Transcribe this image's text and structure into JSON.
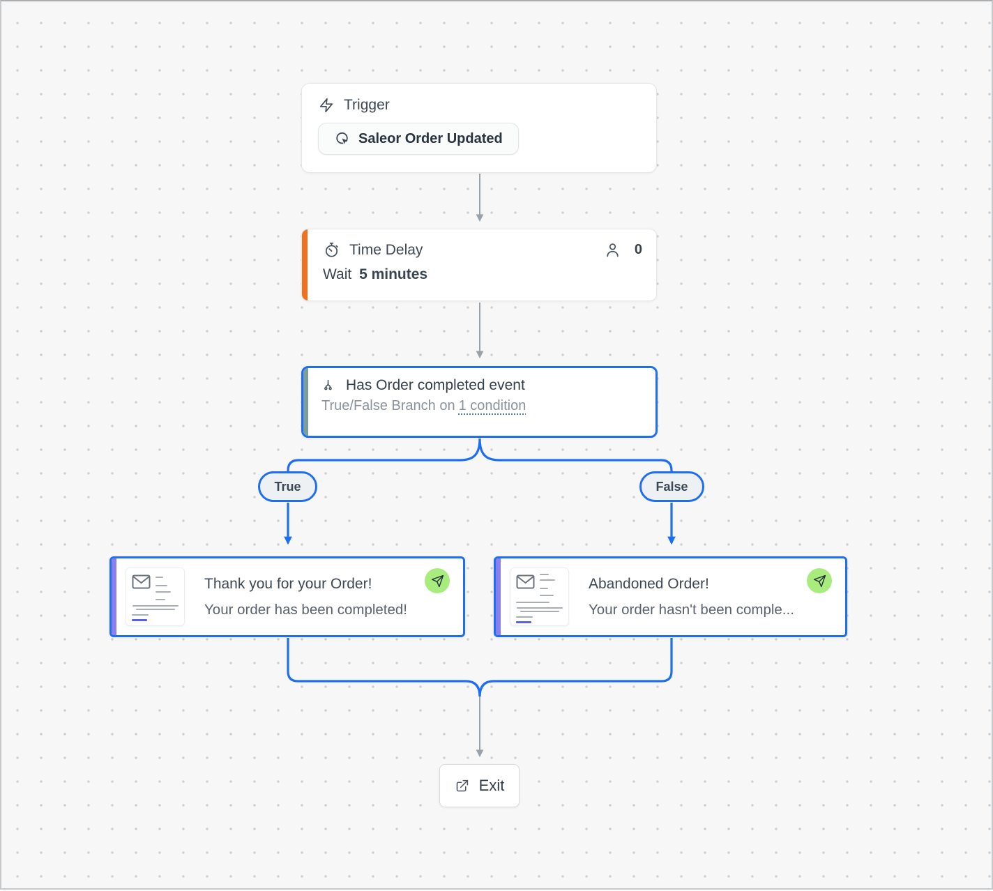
{
  "canvas": {
    "background": "#f7f7f7",
    "dot_color": "#c9ccd0"
  },
  "colors": {
    "accent_blue": "#1e6ef2",
    "connector_gray": "#98a2ab",
    "strip_orange": "#f0711f",
    "strip_teal": "#7d9e99",
    "strip_purple": "#8a80ed",
    "send_badge_green": "#a7ec7c",
    "branch_pill_bg": "#eef1f4"
  },
  "icons": {
    "trigger": "zap-icon",
    "trigger_event": "click-target-icon",
    "time_delay": "stopwatch-icon",
    "contacts": "person-icon",
    "condition": "branch-icon",
    "email_send": "paper-plane-icon",
    "email_preview": "envelope-icon",
    "exit": "external-link-icon"
  },
  "nodes": {
    "trigger": {
      "label": "Trigger",
      "event_button": "Saleor Order Updated"
    },
    "time_delay": {
      "title": "Time Delay",
      "contact_count": "0",
      "wait_prefix": "Wait",
      "wait_value": "5 minutes"
    },
    "condition": {
      "title": "Has Order completed event",
      "subtitle_prefix": "True/False Branch on",
      "condition_link": "1 condition"
    },
    "true_branch": {
      "label": "True"
    },
    "false_branch": {
      "label": "False"
    },
    "email_true": {
      "title": "Thank you for your Order!",
      "subtitle": "Your order has been completed!"
    },
    "email_false": {
      "title": "Abandoned Order!",
      "subtitle": "Your order hasn't been comple..."
    },
    "exit": {
      "label": "Exit"
    }
  }
}
